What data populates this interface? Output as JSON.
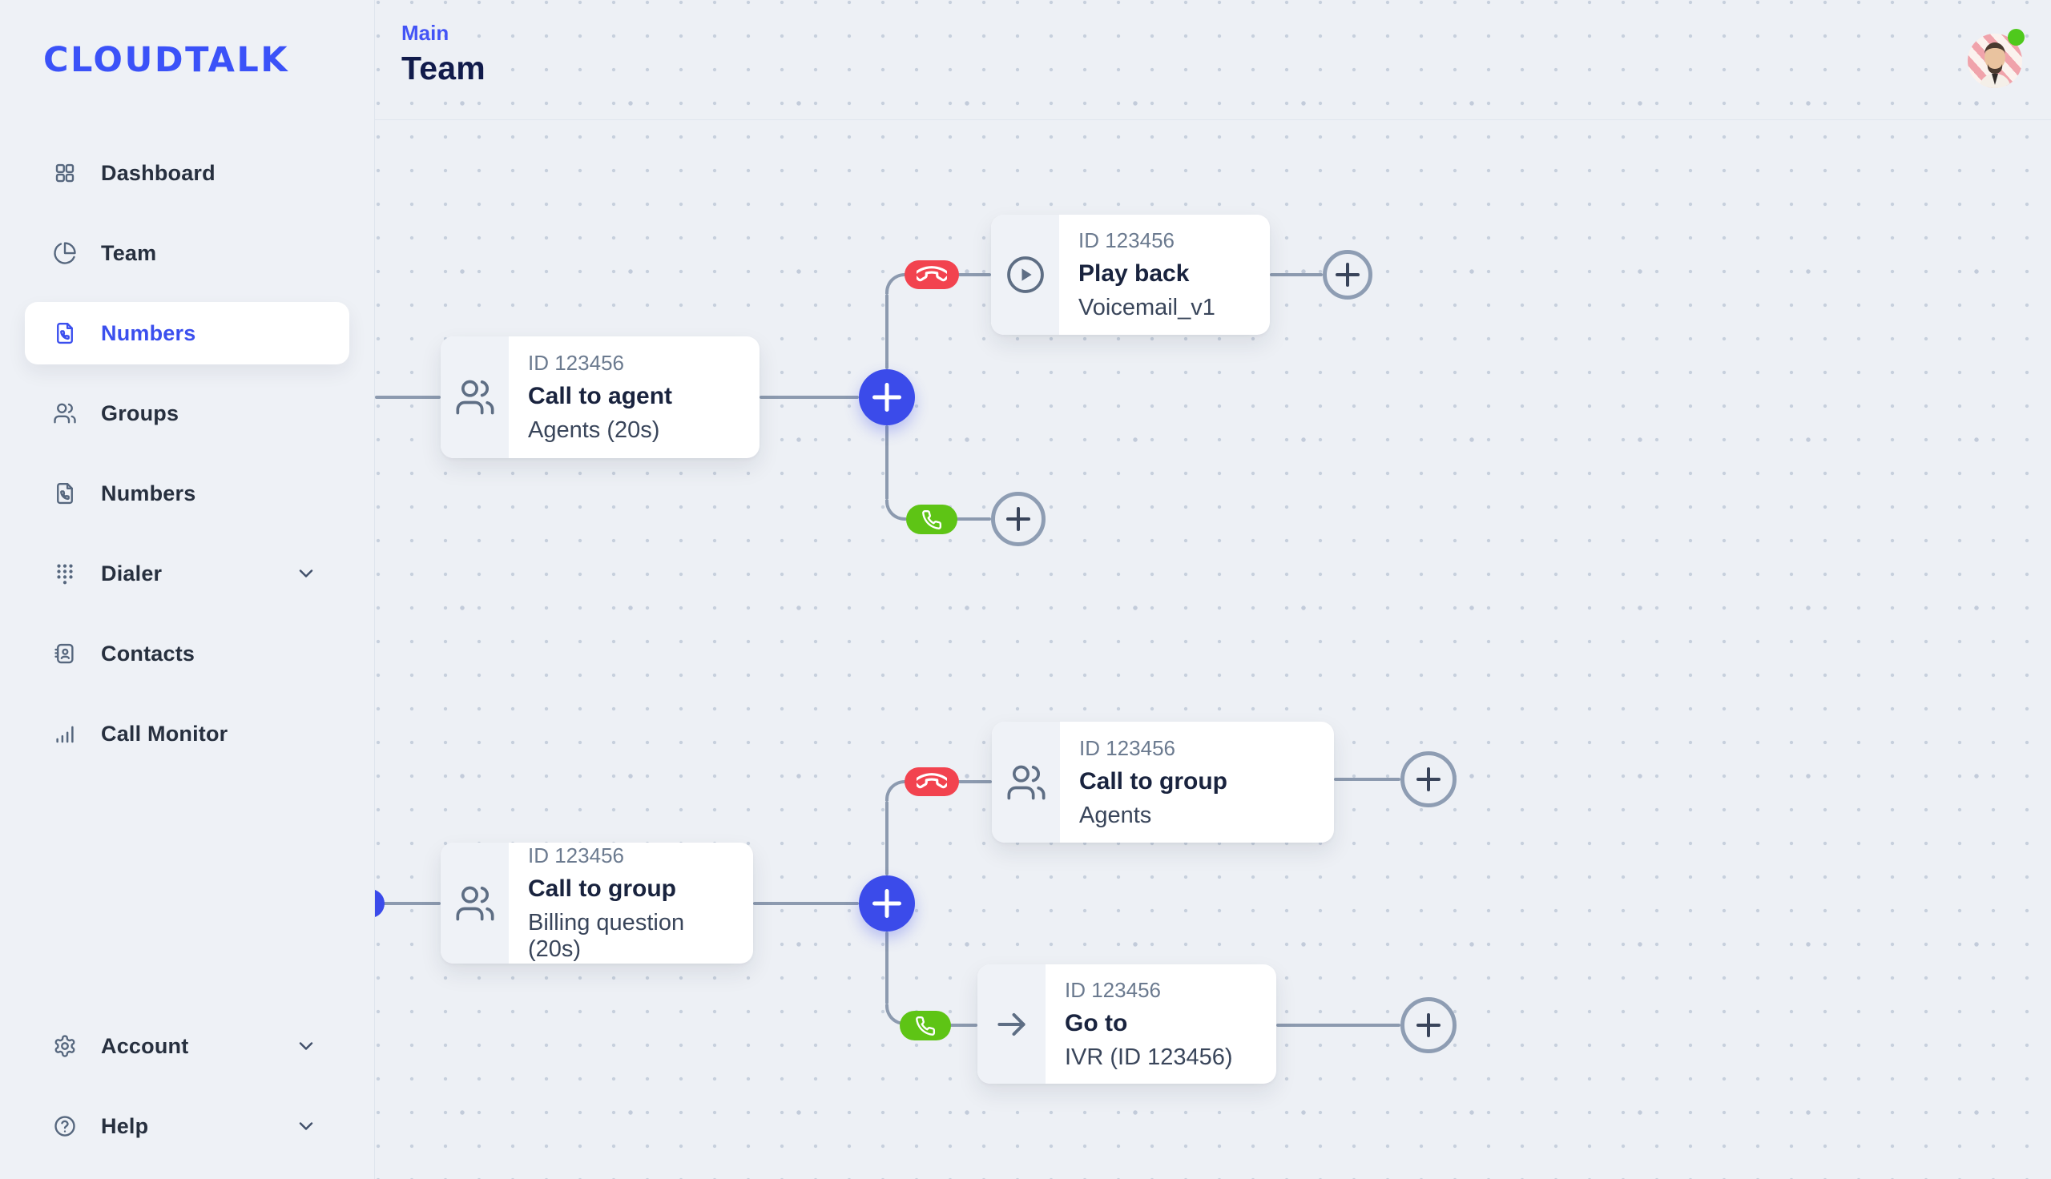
{
  "brand": {
    "logo_text": "CLOUDTALK"
  },
  "sidebar": {
    "items": [
      {
        "label": "Dashboard",
        "icon": "dashboard-icon",
        "active": false
      },
      {
        "label": "Team",
        "icon": "pie-chart-icon",
        "active": false
      },
      {
        "label": "Numbers",
        "icon": "file-phone-icon",
        "active": true
      },
      {
        "label": "Groups",
        "icon": "users-icon",
        "active": false
      },
      {
        "label": "Numbers",
        "icon": "file-phone-icon",
        "active": false
      },
      {
        "label": "Dialer",
        "icon": "dialpad-icon",
        "active": false,
        "has_chevron": true
      },
      {
        "label": "Contacts",
        "icon": "address-book-icon",
        "active": false
      },
      {
        "label": "Call Monitor",
        "icon": "bar-chart-icon",
        "active": false
      }
    ],
    "bottom_items": [
      {
        "label": "Account",
        "icon": "gear-icon",
        "has_chevron": true
      },
      {
        "label": "Help",
        "icon": "help-circle-icon",
        "has_chevron": true
      }
    ]
  },
  "header": {
    "breadcrumb": "Main",
    "title": "Team"
  },
  "flow": {
    "nodes": [
      {
        "id_label": "ID 123456",
        "title": "Call to agent",
        "subtitle": "Agents (20s)",
        "icon": "users-icon"
      },
      {
        "id_label": "ID 123456",
        "title": "Play back",
        "subtitle": "Voicemail_v1",
        "icon": "circle-play-icon"
      },
      {
        "id_label": "ID 123456",
        "title": "Call to group",
        "subtitle": "Billing question (20s)",
        "icon": "users-icon"
      },
      {
        "id_label": "ID 123456",
        "title": "Call to group",
        "subtitle": "Agents",
        "icon": "users-icon"
      },
      {
        "id_label": "ID 123456",
        "title": "Go to",
        "subtitle": "IVR (ID 123456)",
        "icon": "arrow-right-icon"
      }
    ],
    "branches": {
      "declined_label": "call-declined",
      "answered_label": "call-answered"
    }
  },
  "colors": {
    "accent_blue": "#3B4BEA",
    "logo_blue": "#3B52F8",
    "declined_red": "#F2434F",
    "answered_green": "#5EC415",
    "connector_line": "#8C9AAF",
    "title_navy": "#111B4B",
    "status_online_green": "#4FC91C"
  }
}
